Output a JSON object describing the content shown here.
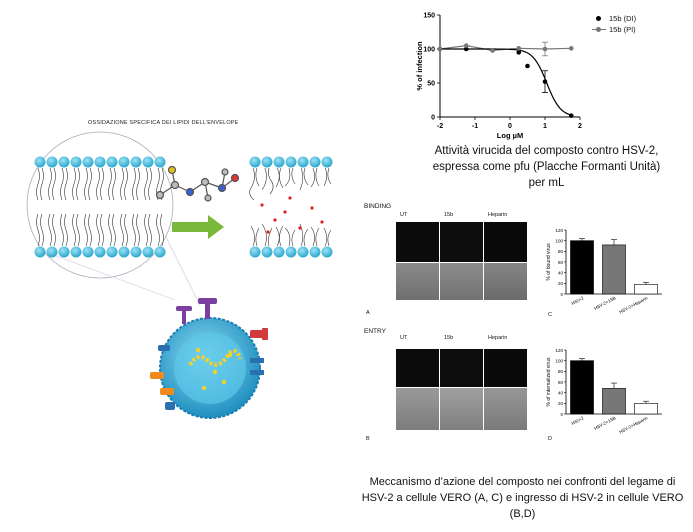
{
  "left_figure": {
    "title": "OSSIDAZIONE SPECIFICA DEI LIPIDI DELL'ENVELOPE"
  },
  "top_chart": {
    "legend": [
      "15b (DI)",
      "15b (PI)"
    ],
    "caption_lines": [
      "Attività virucida del composto contro HSV-2,",
      "espressa come pfu (Placche Formanti Unità)",
      "per mL"
    ]
  },
  "binding_section": {
    "label": "BINDING",
    "panel_labels": [
      "UT",
      "15b",
      "Heparin"
    ],
    "letter_left": "A",
    "letter_right": "C"
  },
  "entry_section": {
    "label": "ENTRY",
    "panel_labels": [
      "UT",
      "15b",
      "Heparin"
    ],
    "letter_left": "B",
    "letter_right": "D"
  },
  "bottom_caption": {
    "lines": [
      "Meccanismo d’azione del composto nei confronti del legame di",
      "HSV-2 a cellule VERO (A, C) e ingresso di HSV-2 in cellule VERO",
      "(B,D)"
    ]
  },
  "chart_data": [
    {
      "type": "line",
      "xlabel": "Log µM",
      "ylabel": "% of infection",
      "xlim": [
        -2,
        2
      ],
      "ylim": [
        0,
        150
      ],
      "xticks": [
        "-2",
        "-1",
        "0",
        "1",
        "2"
      ],
      "yticks": [
        "0",
        "50",
        "100",
        "150"
      ],
      "legend_position": "top-right",
      "series": [
        {
          "name": "15b (DI)",
          "color": "#000000",
          "marker": "circle",
          "x": [
            -2,
            -1.25,
            -0.5,
            0.25,
            0.5,
            1.0,
            1.75
          ],
          "y": [
            100,
            100,
            98,
            95,
            75,
            52,
            2
          ]
        },
        {
          "name": "15b (PI)",
          "color": "#777777",
          "marker": "circle",
          "x": [
            -2,
            -1.25,
            -0.5,
            0.25,
            1.0,
            1.75
          ],
          "y": [
            100,
            105,
            98,
            101,
            100,
            101
          ]
        }
      ]
    },
    {
      "type": "bar",
      "ylabel": "% of bound virus",
      "ylim": [
        0,
        120
      ],
      "yticks": [
        "0",
        "20",
        "40",
        "60",
        "80",
        "100",
        "120"
      ],
      "categories": [
        "HSV-2",
        "HSV-2+15B",
        "HSV-2+Heparin"
      ],
      "values": [
        100,
        92,
        18
      ],
      "colors": [
        "#000000",
        "#777777",
        "#ffffff"
      ]
    },
    {
      "type": "bar",
      "ylabel": "% of internalized virus",
      "ylim": [
        0,
        120
      ],
      "yticks": [
        "0",
        "20",
        "40",
        "60",
        "80",
        "100",
        "120"
      ],
      "categories": [
        "HSV-2",
        "HSV-2+15B",
        "HSV-2+Heparin"
      ],
      "values": [
        100,
        48,
        20
      ],
      "colors": [
        "#000000",
        "#777777",
        "#ffffff"
      ]
    }
  ]
}
